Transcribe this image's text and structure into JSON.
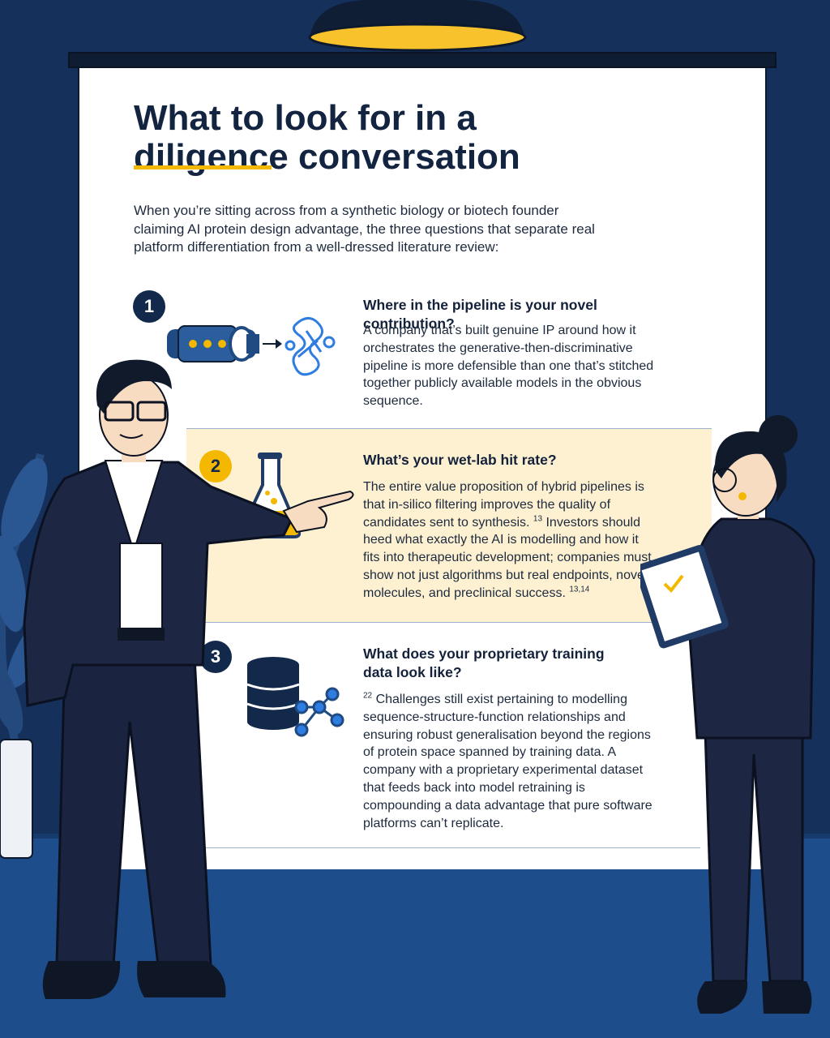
{
  "heading": {
    "title_line1": "What to look for in a",
    "title_line2": "diligence conversation",
    "intro": "When you’re sitting across from a synthetic biology or biotech founder claiming AI protein design advantage, the three questions that separate real platform differentiation from a well-dressed literature review:"
  },
  "colors": {
    "background": "#15305a",
    "navy": "#13294b",
    "accent": "#f5b800",
    "highlight": "#fdf1d2"
  },
  "questions": [
    {
      "number": "1",
      "icon": "pipeline-to-protein-icon",
      "title": "Where in the pipeline is your novel contribution?",
      "body": "A company that’s built genuine IP around how it orchestrates the generative-then-discriminative pipeline is more defensible than one that’s stitched together publicly available models in the obvious sequence."
    },
    {
      "number": "2",
      "icon": "flask-icon",
      "title": "What’s your wet-lab hit rate?",
      "body_part1": "The entire value proposition of hybrid pipelines is that in-silico filtering improves the quality of candidates sent to synthesis.",
      "sup1": "13",
      "body_part2": " Investors should heed what exactly the AI is modelling and how it fits into therapeutic development; companies must show not just algorithms but real endpoints, novel molecules, and preclinical success.",
      "sup2": "13,14"
    },
    {
      "number": "3",
      "icon": "database-network-icon",
      "title": "What does your proprietary training data look like?",
      "sup": "22",
      "body": " Challenges still exist pertaining to modelling sequence-structure-function relationships and ensuring robust generalisation beyond the regions of protein space spanned by training data. A company with a proprietary experimental dataset that feeds back into model retraining is compounding a data advantage that pure software platforms can’t replicate."
    }
  ]
}
